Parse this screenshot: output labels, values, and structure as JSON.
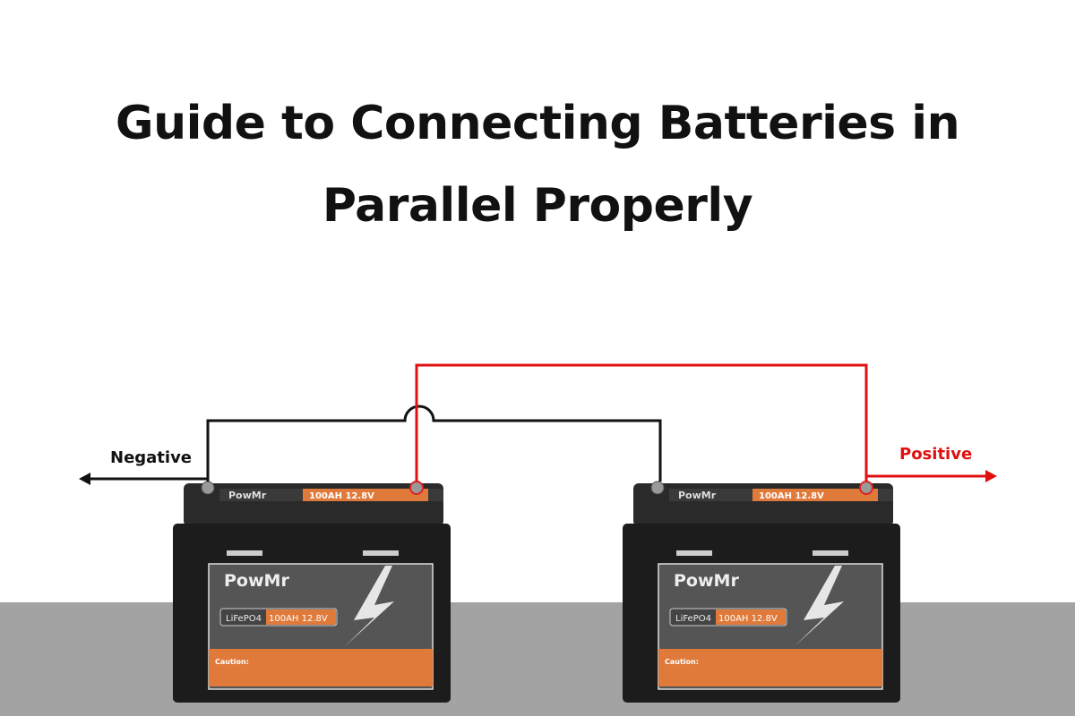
{
  "title": {
    "line1": "Guide to Connecting Batteries in",
    "line2": "Parallel Properly"
  },
  "labels": {
    "negative": "Negative",
    "positive": "Positive"
  },
  "colors": {
    "positive_wire": "#e01010",
    "negative_wire": "#111111",
    "floor": "#a3a3a3",
    "battery_body": "#1c1c1c",
    "battery_accent": "#e07a3a"
  },
  "battery": {
    "brand": "PowMr",
    "chemistry": "LiFePO4",
    "rating": "100AH 12.8V",
    "top_rating": "100AH 12.8V",
    "caution": "Caution:"
  }
}
